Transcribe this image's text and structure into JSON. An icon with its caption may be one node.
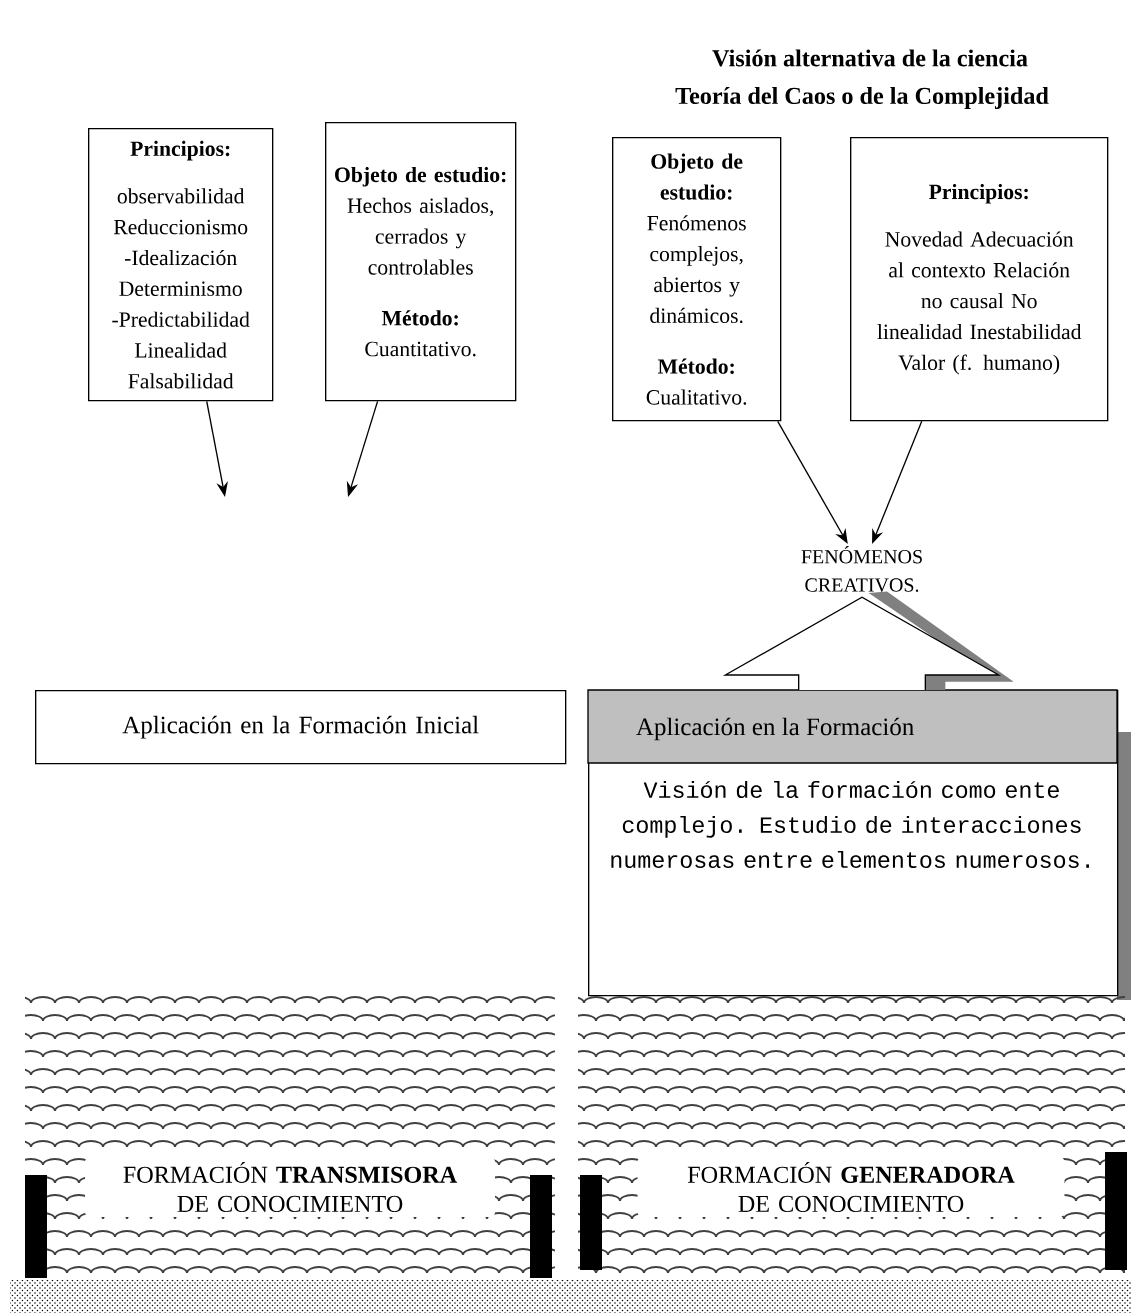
{
  "diagram": {
    "title": "Visión alternativa de la ciencia",
    "nodes": [
      {
        "text": [
          "Principios:",
          "observabilidad Reduccionismo -Idealización Determinismo -Predictabilidad Linealidad Falsabilidad"
        ]
      },
      {
        "text": [
          "Objeto de estudio:",
          "Hechos aislados, cerrados y controlables",
          "Método:",
          "Cuantitativo."
        ]
      },
      {
        "text": [
          "Objeto de estudio:",
          "Fenómenos complejos, abiertos y dinámicos.",
          "Método:",
          "Cualitativo."
        ]
      },
      {
        "text": [
          "Principios:",
          "Novedad Adecuación al contexto Relación no causal No linealidad Inestabilidad Valor (f. humano)"
        ]
      },
      {
        "text": [
          "FENÓMENOS CREATIVOS."
        ]
      },
      {
        "text": [
          "Aplicación en la Formación Inicial"
        ]
      },
      {
        "text": [
          "Aplicación en la  Formación",
          "Visión de la formación como ente complejo. Estudio de interacciones numerosas entre elementos numerosos."
        ]
      },
      {
        "text": [
          "FORMACIÓN **TRANSMISORA** DE CONOCIMIENTO"
        ]
      },
      {
        "text": [
          "FORMACIÓN **GENERADORA** DE CONOCIMIENTO"
        ]
      }
    ],
    "edges": [
      {
        "from": 0,
        "to": null,
        "arrow": "to"
      },
      {
        "from": 1,
        "to": null,
        "arrow": "to"
      },
      {
        "from": 2,
        "to": 4,
        "arrow": "to"
      },
      {
        "from": 3,
        "to": 4,
        "arrow": "to"
      },
      {
        "from": 6,
        "to": 4,
        "arrow": "to",
        "style": "thick"
      }
    ],
    "labels": [
      "Teoría del Caos  o de la Complejidad"
    ]
  }
}
